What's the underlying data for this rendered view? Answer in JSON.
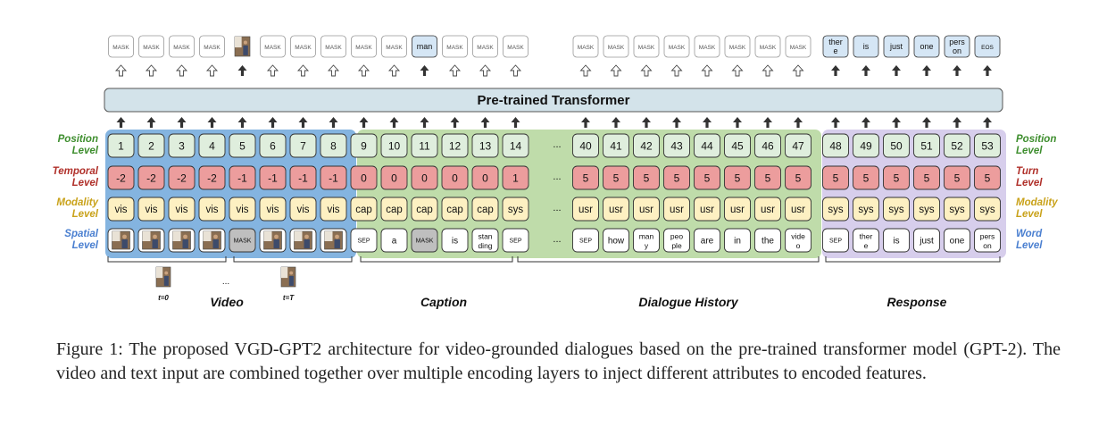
{
  "transformer_label": "Pre-trained Transformer",
  "outputs": [
    {
      "kind": "text",
      "text": "MASK"
    },
    {
      "kind": "text",
      "text": "MASK"
    },
    {
      "kind": "text",
      "text": "MASK"
    },
    {
      "kind": "text",
      "text": "MASK"
    },
    {
      "kind": "image"
    },
    {
      "kind": "text",
      "text": "MASK"
    },
    {
      "kind": "text",
      "text": "MASK"
    },
    {
      "kind": "text",
      "text": "MASK"
    },
    {
      "kind": "text",
      "text": "MASK"
    },
    {
      "kind": "text",
      "text": "MASK"
    },
    {
      "kind": "text",
      "text": "man",
      "highlight": true
    },
    {
      "kind": "text",
      "text": "MASK"
    },
    {
      "kind": "text",
      "text": "MASK"
    },
    {
      "kind": "text",
      "text": "MASK"
    },
    {
      "kind": "text",
      "text": "MASK"
    },
    {
      "kind": "text",
      "text": "MASK"
    },
    {
      "kind": "text",
      "text": "MASK"
    },
    {
      "kind": "text",
      "text": "MASK"
    },
    {
      "kind": "text",
      "text": "MASK"
    },
    {
      "kind": "text",
      "text": "MASK"
    },
    {
      "kind": "text",
      "text": "MASK"
    },
    {
      "kind": "text",
      "text": "MASK"
    },
    {
      "kind": "text",
      "text": "there",
      "shown": "ther e",
      "highlight": true
    },
    {
      "kind": "text",
      "text": "is",
      "highlight": true
    },
    {
      "kind": "text",
      "text": "just",
      "highlight": true
    },
    {
      "kind": "text",
      "text": "one",
      "highlight": true
    },
    {
      "kind": "text",
      "text": "person",
      "shown": "pers on",
      "highlight": true
    },
    {
      "kind": "text",
      "text": "EOS",
      "highlight": true
    }
  ],
  "output_arrows_filled": [
    false,
    false,
    false,
    false,
    true,
    false,
    false,
    false,
    false,
    false,
    true,
    false,
    false,
    false,
    false,
    false,
    false,
    false,
    false,
    false,
    false,
    false,
    true,
    true,
    true,
    true,
    true,
    true
  ],
  "rows": {
    "position": {
      "label": "Position Level",
      "values": [
        "1",
        "2",
        "3",
        "4",
        "5",
        "6",
        "7",
        "8",
        "9",
        "10",
        "11",
        "12",
        "13",
        "14",
        "40",
        "41",
        "42",
        "43",
        "44",
        "45",
        "46",
        "47",
        "48",
        "49",
        "50",
        "51",
        "52",
        "53"
      ]
    },
    "temporal": {
      "label": "Temporal Level",
      "right_label": "Turn Level",
      "values": [
        "-2",
        "-2",
        "-2",
        "-2",
        "-1",
        "-1",
        "-1",
        "-1",
        "0",
        "0",
        "0",
        "0",
        "0",
        "1",
        "5",
        "5",
        "5",
        "5",
        "5",
        "5",
        "5",
        "5",
        "5",
        "5",
        "5",
        "5",
        "5",
        "5"
      ]
    },
    "modality": {
      "label": "Modality Level",
      "values": [
        "vis",
        "vis",
        "vis",
        "vis",
        "vis",
        "vis",
        "vis",
        "vis",
        "cap",
        "cap",
        "cap",
        "cap",
        "cap",
        "sys",
        "usr",
        "usr",
        "usr",
        "usr",
        "usr",
        "usr",
        "usr",
        "usr",
        "sys",
        "sys",
        "sys",
        "sys",
        "sys",
        "sys"
      ]
    },
    "spatial": {
      "label": "Spatial Level",
      "right_label": "Word Level",
      "values": [
        {
          "kind": "image"
        },
        {
          "kind": "image"
        },
        {
          "kind": "image"
        },
        {
          "kind": "image"
        },
        {
          "kind": "text",
          "text": "MASK",
          "gray": true
        },
        {
          "kind": "image"
        },
        {
          "kind": "image"
        },
        {
          "kind": "image"
        },
        {
          "kind": "text",
          "text": "SEP"
        },
        {
          "kind": "text",
          "text": "a"
        },
        {
          "kind": "text",
          "text": "MASK",
          "gray": true
        },
        {
          "kind": "text",
          "text": "is"
        },
        {
          "kind": "text",
          "text": "standing",
          "shown": "stan ding"
        },
        {
          "kind": "text",
          "text": "SEP"
        },
        {
          "kind": "text",
          "text": "SEP"
        },
        {
          "kind": "text",
          "text": "how"
        },
        {
          "kind": "text",
          "text": "many",
          "shown": "man y"
        },
        {
          "kind": "text",
          "text": "people",
          "shown": "peo ple"
        },
        {
          "kind": "text",
          "text": "are"
        },
        {
          "kind": "text",
          "text": "in"
        },
        {
          "kind": "text",
          "text": "the"
        },
        {
          "kind": "text",
          "text": "video",
          "shown": "vide o"
        },
        {
          "kind": "text",
          "text": "SEP"
        },
        {
          "kind": "text",
          "text": "there",
          "shown": "ther e"
        },
        {
          "kind": "text",
          "text": "is"
        },
        {
          "kind": "text",
          "text": "just"
        },
        {
          "kind": "text",
          "text": "one"
        },
        {
          "kind": "text",
          "text": "person",
          "shown": "pers on"
        }
      ]
    }
  },
  "ellipsis": "...",
  "groups": [
    {
      "name": "Video",
      "color": "#4a90d9"
    },
    {
      "name": "Caption",
      "color": "#8bc06a"
    },
    {
      "name": "Dialogue History",
      "color": "#8bc06a"
    },
    {
      "name": "Response",
      "color": "#b3a3d9"
    }
  ],
  "frame_labels": [
    "t=0",
    "t=T"
  ],
  "colors": {
    "position_label": "#3e8e2e",
    "temporal_label": "#b0302a",
    "modality_label": "#c9a21a",
    "spatial_label": "#4a7fd0",
    "position_cell": "#dfeedd",
    "temporal_cell": "#ec9d9d",
    "modality_cell": "#fdf0c2",
    "gray_cell": "#bfbfbf",
    "highlight_cell": "#d5e6f5",
    "video_bg": "#5b9bd5",
    "text_bg": "#a9d08e",
    "response_bg": "#c9bde6",
    "transformer_bg": "#d3e3ea"
  },
  "figure_caption": "Figure 1: The proposed VGD-GPT2 architecture for video-grounded dialogues based on the pre-trained transformer model (GPT-2). The video and text input are combined together over multiple encoding layers to inject different attributes to encoded features."
}
